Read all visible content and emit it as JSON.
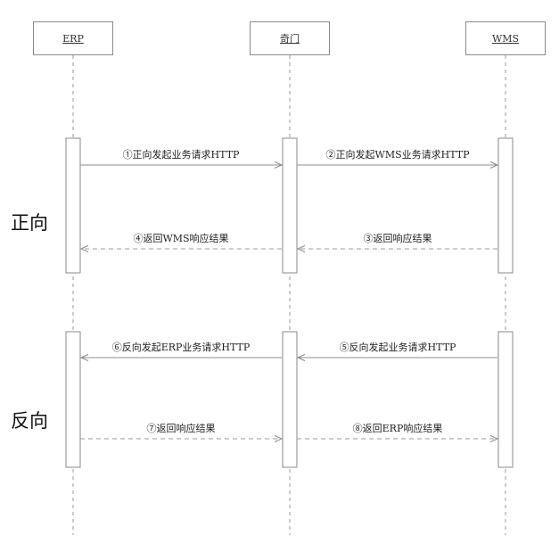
{
  "actors": [
    {
      "id": "erp",
      "label": "ERP"
    },
    {
      "id": "qimen",
      "label": "奇门"
    },
    {
      "id": "wms",
      "label": "WMS"
    }
  ],
  "phases": [
    {
      "label": "正向"
    },
    {
      "label": "反向"
    }
  ],
  "messages": [
    {
      "label": "①正向发起业务请求HTTP",
      "from": "erp",
      "to": "qimen",
      "style": "solid"
    },
    {
      "label": "②正向发起WMS业务请求HTTP",
      "from": "qimen",
      "to": "wms",
      "style": "solid"
    },
    {
      "label": "③返回响应结果",
      "from": "wms",
      "to": "qimen",
      "style": "dashed"
    },
    {
      "label": "④返回WMS响应结果",
      "from": "qimen",
      "to": "erp",
      "style": "dashed"
    },
    {
      "label": "⑤反向发起业务请求HTTP",
      "from": "wms",
      "to": "qimen",
      "style": "solid"
    },
    {
      "label": "⑥反向发起ERP业务请求HTTP",
      "from": "qimen",
      "to": "erp",
      "style": "solid"
    },
    {
      "label": "⑦返回响应结果",
      "from": "erp",
      "to": "qimen",
      "style": "dashed"
    },
    {
      "label": "⑧返回ERP响应结果",
      "from": "qimen",
      "to": "wms",
      "style": "dashed"
    }
  ],
  "colors": {
    "line": "#8c8c8c",
    "dash": "#9a9a9a",
    "box_border": "#8a8a8a",
    "text": "#222222"
  }
}
